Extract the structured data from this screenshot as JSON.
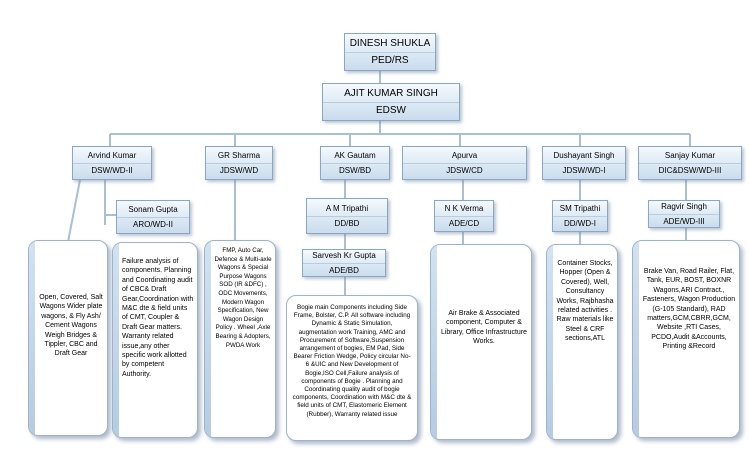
{
  "top": [
    {
      "id": "shukla",
      "name": "DINESH SHUKLA",
      "role": "PED/RS"
    },
    {
      "id": "singh",
      "name": "AJIT KUMAR SINGH",
      "role": "EDSW"
    }
  ],
  "directors": [
    {
      "id": "arvind",
      "name": "Arvind Kumar",
      "role": "DSW/WD-II"
    },
    {
      "id": "gr",
      "name": "GR Sharma",
      "role": "JDSW/WD"
    },
    {
      "id": "ak",
      "name": "AK Gautam",
      "role": "DSW/BD"
    },
    {
      "id": "apurva",
      "name": "Apurva",
      "role": "JDSW/CD"
    },
    {
      "id": "dushyant",
      "name": "Dushayant Singh",
      "role": "JDSW/WD-I"
    },
    {
      "id": "sanjay",
      "name": "Sanjay Kumar",
      "role": "DIC&DSW/WD-III"
    }
  ],
  "subordinates": [
    {
      "id": "sonam",
      "name": "Sonam Gupta",
      "role": "ARO/WD-II"
    },
    {
      "id": "amt",
      "name": "A M Tripathi",
      "role": "DD/BD"
    },
    {
      "id": "sarvesh",
      "name": "Sarvesh Kr Gupta",
      "role": "ADE/BD"
    },
    {
      "id": "nkv",
      "name": "N K Verma",
      "role": "ADE/CD"
    },
    {
      "id": "smt",
      "name": "SM Tripathi",
      "role": "DD/WD-I"
    },
    {
      "id": "ragvir",
      "name": "Ragvir Singh",
      "role": "ADE/WD-III"
    }
  ],
  "duties": {
    "arvind": "Open, Covered, Salt Wagons Wider plate wagons, & Fly Ash/ Cement Wagons Weigh Bridges & Tippler, CBC and Draft Gear",
    "sonam": "Failure analysis of components. Planning and Coordinating audit of CBC& Draft Gear,Coordination with M&C dte & field units of CMT, Coupler & Draft Gear matters. Warranty related issue,any other specific work allotted by competent Authority.",
    "gr": "FMP, Auto Car, Defence & Multi-axle Wagons & Special Purpose Wagons SOD (IR &DFC) , ODC Movements, Modern Wagon Specification, New Wagon Design Policy . Wheel ,Axle Bearing & Adopters, PWDA Work",
    "ak": "Bogie main Components including Side Frame, Bolster, C.P. All software including Dynamic & Static Simulation, augmentation work Training, AMC and Procurement of Software,Suspension arrangement of bogies, EM Pad, Side Bearer Friction Wedge, Policy circular No-6 &UIC and New Development of Bogie,ISO Cell,Failure analysis of components of Bogie . Planning and Coordinating quality audit of bogie components, Coordination with M&C dte & field units of CMT, Elastomeric Element (Rubber), Warranty related issue",
    "apurva": "Air Brake & Associated component, Computer & Library, Office Infrastructure Works.",
    "dushyant": "Container Stocks, Hopper (Open & Covered), Well, Consultancy Works, Rajbhasha related activities . Raw materials like Steel & CRF sections,ATL",
    "sanjay": "Brake Van, Road Railer, Flat, Tank, EUR, BOST, BOXNR Wagons,ARI Contract., Fasteners, Wagon Production (G-105 Standard), RAD matters,GCM,CBRR,GCM, Website ,RTI Cases, PCDO,Audit &Accounts, Printing &Record"
  }
}
